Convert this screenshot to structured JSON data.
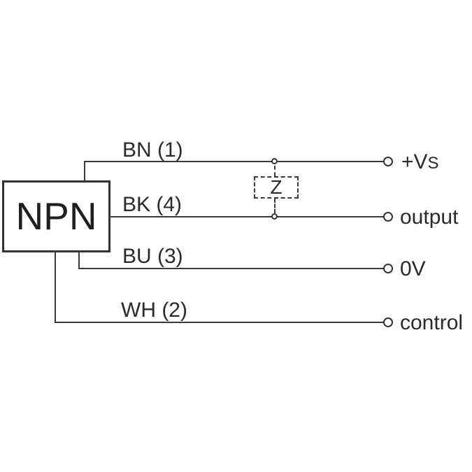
{
  "diagram": {
    "device_label": "NPN",
    "load_label": "Z",
    "wires": [
      {
        "label": "BN (1)",
        "terminal": "+V",
        "terminal_sub": "S"
      },
      {
        "label": "BK (4)",
        "terminal": "output",
        "terminal_sub": ""
      },
      {
        "label": "BU (3)",
        "terminal": "0V",
        "terminal_sub": ""
      },
      {
        "label": "WH (2)",
        "terminal": "control",
        "terminal_sub": ""
      }
    ],
    "colors": {
      "line": "#3a3a3a",
      "text": "#2a2a2a",
      "background": "#ffffff"
    }
  }
}
